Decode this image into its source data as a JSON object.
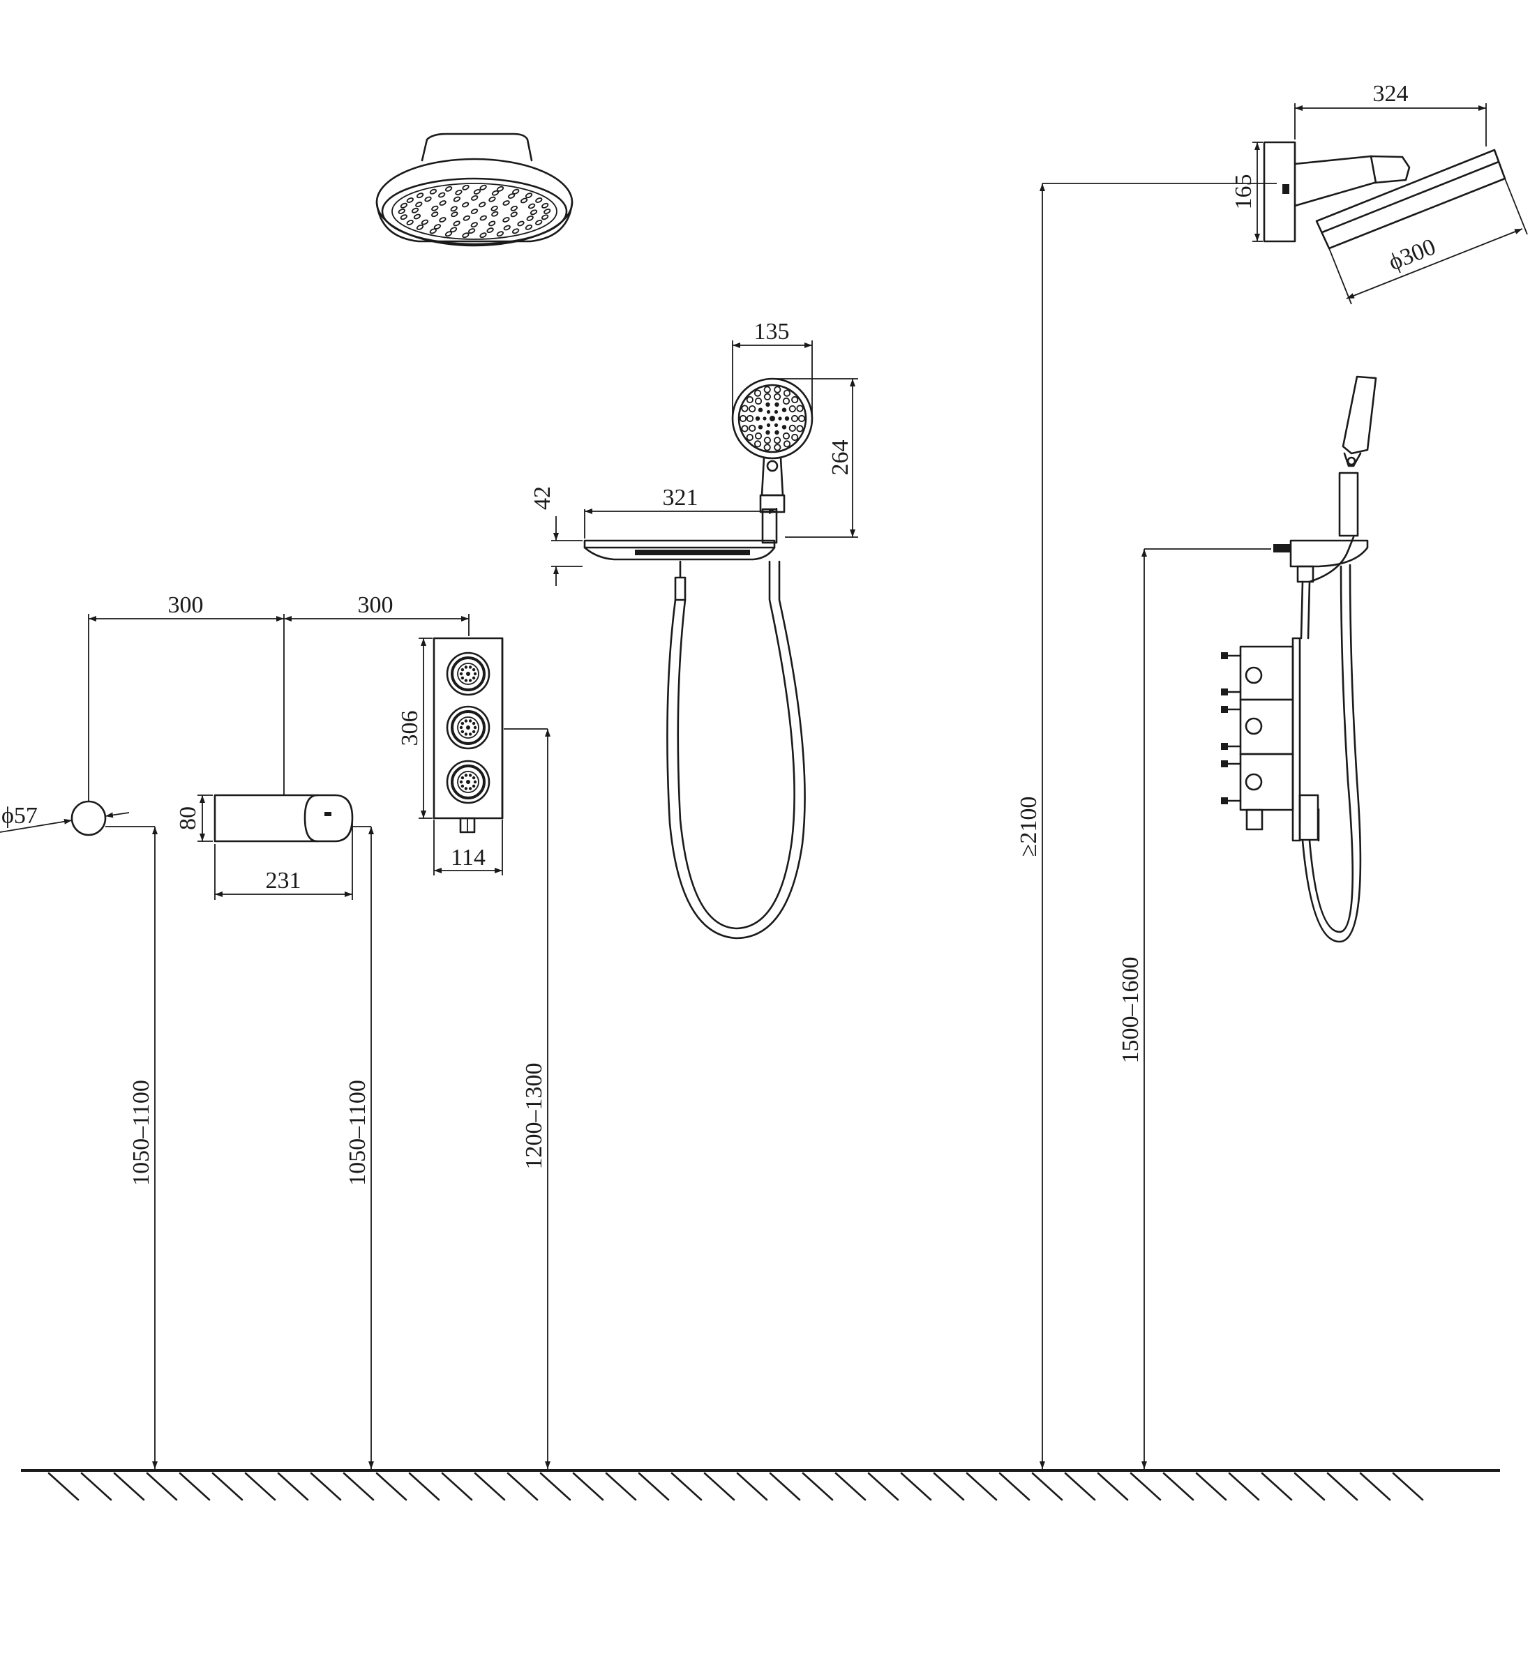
{
  "dimensions": {
    "shelf_width": "321",
    "shelf_height": "42",
    "handshower_width": "135",
    "handshower_height": "264",
    "arm_spacing_1": "300",
    "arm_spacing_2": "300",
    "valve_height": "306",
    "valve_width": "114",
    "button_diameter": "ϕ57",
    "spout_height": "80",
    "spout_length": "231",
    "head_projection": "324",
    "head_flange": "165",
    "head_diameter": "ϕ300",
    "install_button": "1050–1100",
    "install_spout": "1050–1100",
    "install_valve": "1200–1300",
    "install_head": "≥2100",
    "install_shelf": "1500–1600"
  },
  "colors": {
    "line": "#1a1a1a",
    "background": "#ffffff"
  }
}
